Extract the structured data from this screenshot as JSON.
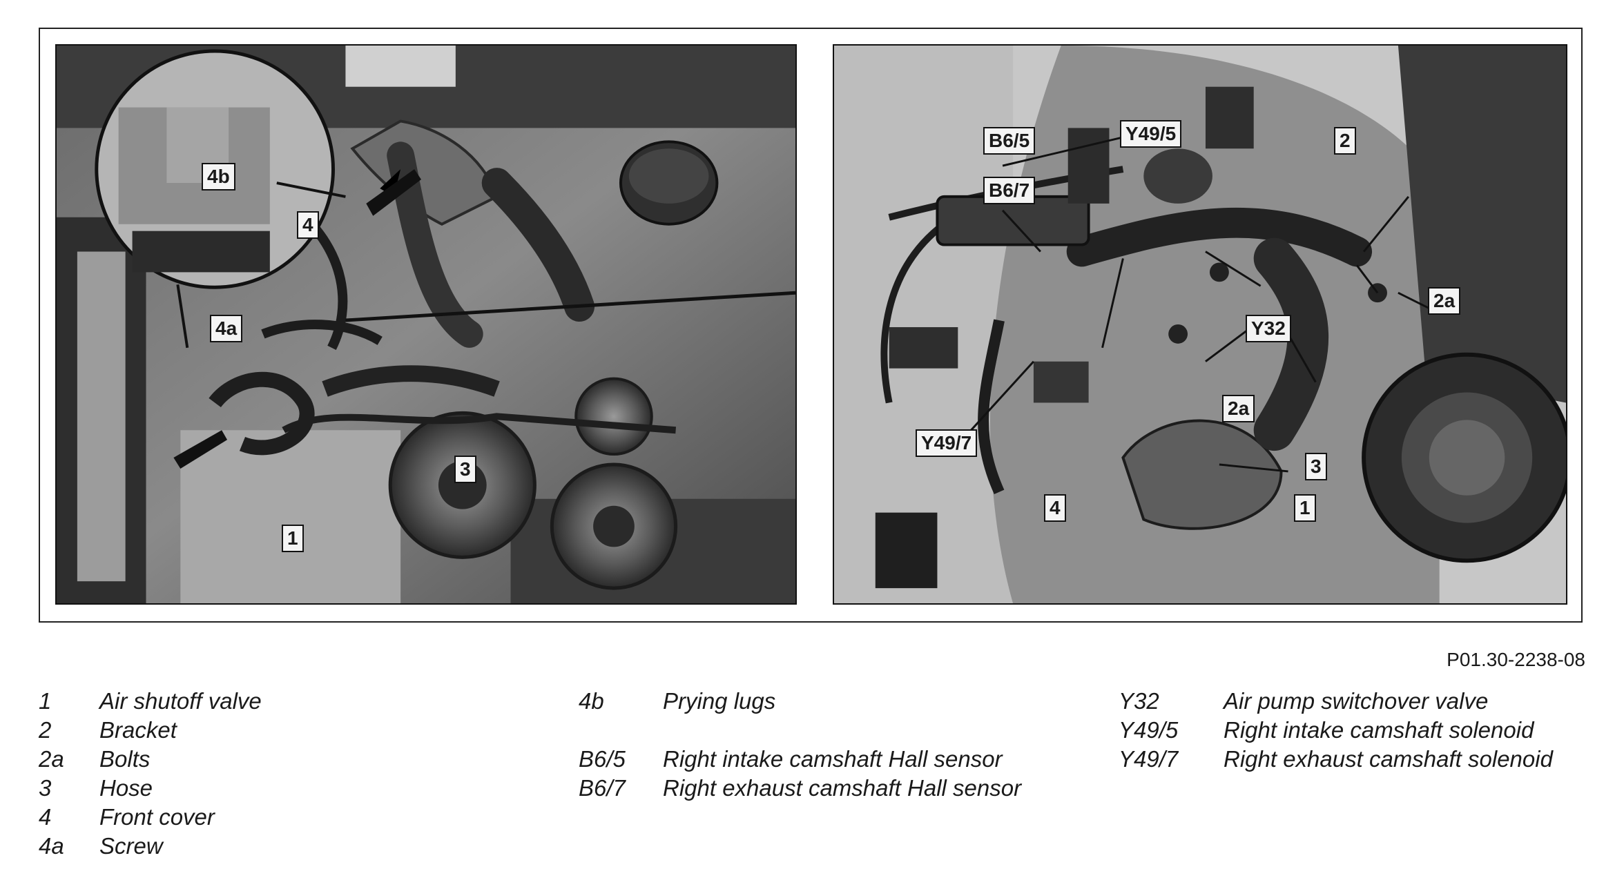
{
  "figure": {
    "id": "P01.30-2238-08",
    "left_callouts": [
      "4b",
      "4",
      "4a",
      "3",
      "1"
    ],
    "right_callouts": [
      "B6/5",
      "Y49/5",
      "2",
      "B6/7",
      "Y32",
      "2a",
      "2a",
      "Y49/7",
      "3",
      "4",
      "1"
    ]
  },
  "legend": {
    "col1": [
      {
        "key": "1",
        "label": "Air shutoff valve"
      },
      {
        "key": "2",
        "label": "Bracket"
      },
      {
        "key": "2a",
        "label": "Bolts"
      },
      {
        "key": "3",
        "label": "Hose"
      },
      {
        "key": "4",
        "label": "Front cover"
      },
      {
        "key": "4a",
        "label": "Screw"
      }
    ],
    "col2": [
      {
        "key": "4b",
        "label": "Prying lugs"
      },
      {
        "key": "B6/5",
        "label": "Right intake camshaft Hall sensor"
      },
      {
        "key": "B6/7",
        "label": "Right exhaust camshaft Hall sensor"
      }
    ],
    "col3": [
      {
        "key": "Y32",
        "label": "Air pump switchover valve"
      },
      {
        "key": "Y49/5",
        "label": "Right intake camshaft solenoid"
      },
      {
        "key": "Y49/7",
        "label": "Right exhaust camshaft solenoid"
      }
    ]
  }
}
